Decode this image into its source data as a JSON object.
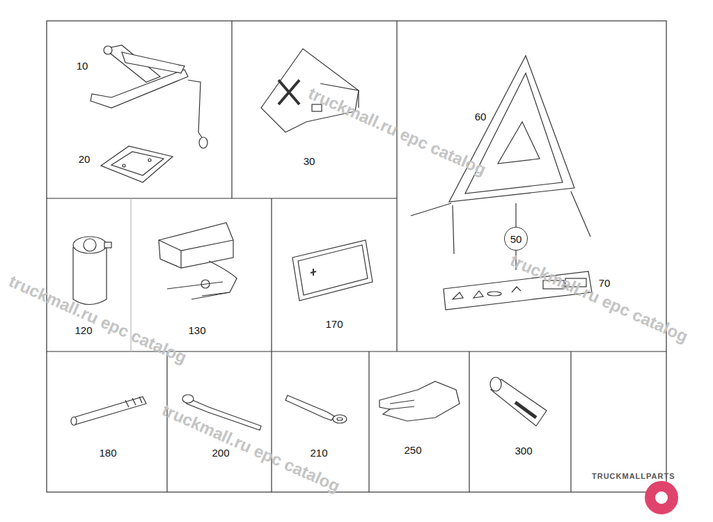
{
  "diagram": {
    "nodes": [
      {
        "text": [
          "50"
        ]
      }
    ],
    "labels": [
      "10",
      "20",
      "30",
      "60",
      "70",
      "120",
      "130",
      "170",
      "180",
      "200",
      "210",
      "250",
      "300",
      "truckmall.ru epc catalog",
      "truckmall.ru epc catalog",
      "truckmall.ru epc catalog",
      "truckmall.ru epc catalog",
      "TRUCKMALLPARTS"
    ]
  }
}
